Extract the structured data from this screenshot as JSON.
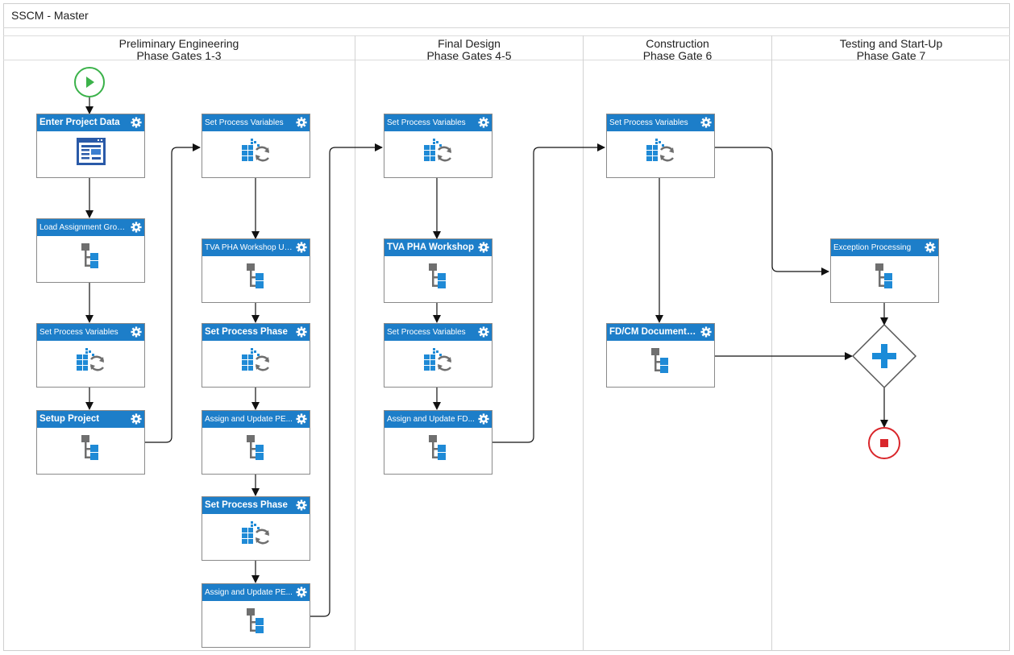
{
  "title": "SSCM - Master",
  "lanes": [
    {
      "line1": "Preliminary Engineering",
      "line2": "Phase Gates 1-3"
    },
    {
      "line1": "Final Design",
      "line2": "Phase Gates 4-5"
    },
    {
      "line1": "Construction",
      "line2": "Phase Gate 6"
    },
    {
      "line1": "Testing and Start-Up",
      "line2": "Phase Gate 7"
    }
  ],
  "nodes": {
    "enter_project_data": {
      "label": "Enter Project Data",
      "icon": "form-icon"
    },
    "load_assignment_groups": {
      "label": "Load Assignment Grou...",
      "icon": "subprocess-icon"
    },
    "set_process_variables_1": {
      "label": "Set Process Variables",
      "icon": "variables-icon"
    },
    "setup_project": {
      "label": "Setup Project",
      "icon": "subprocess-icon"
    },
    "set_process_variables_2": {
      "label": "Set Process Variables",
      "icon": "variables-icon"
    },
    "tva_pha_workshop_upd": {
      "label": "TVA PHA Workshop Upd...",
      "icon": "subprocess-icon"
    },
    "set_process_phase_1": {
      "label": "Set Process Phase",
      "icon": "variables-icon"
    },
    "assign_update_pe_1": {
      "label": "Assign and Update PE...",
      "icon": "subprocess-icon"
    },
    "set_process_phase_2": {
      "label": "Set Process Phase",
      "icon": "variables-icon"
    },
    "assign_update_pe_2": {
      "label": "Assign and Update PE...",
      "icon": "subprocess-icon"
    },
    "set_process_variables_3": {
      "label": "Set Process Variables",
      "icon": "variables-icon"
    },
    "tva_pha_workshop": {
      "label": "TVA PHA Workshop",
      "icon": "subprocess-icon"
    },
    "set_process_variables_4": {
      "label": "Set Process Variables",
      "icon": "variables-icon"
    },
    "assign_update_fd": {
      "label": "Assign and Update FD...",
      "icon": "subprocess-icon"
    },
    "set_process_variables_5": {
      "label": "Set Process Variables",
      "icon": "variables-icon"
    },
    "fd_cm_documentation": {
      "label": "FD/CM Documentation",
      "icon": "subprocess-icon"
    },
    "exception_processing": {
      "label": "Exception Processing",
      "icon": "subprocess-icon"
    }
  },
  "events": {
    "start": {
      "icon": "play-icon"
    },
    "gateway": {
      "icon": "parallel-gateway-icon"
    },
    "end": {
      "icon": "stop-icon"
    }
  },
  "colors": {
    "header_blue": "#1d7ec9",
    "icon_blue": "#1f8ad6",
    "icon_gray": "#6f6f6f",
    "start_green": "#3bb24a",
    "end_red": "#d9262b",
    "gateway_plus": "#1b8bd8"
  }
}
